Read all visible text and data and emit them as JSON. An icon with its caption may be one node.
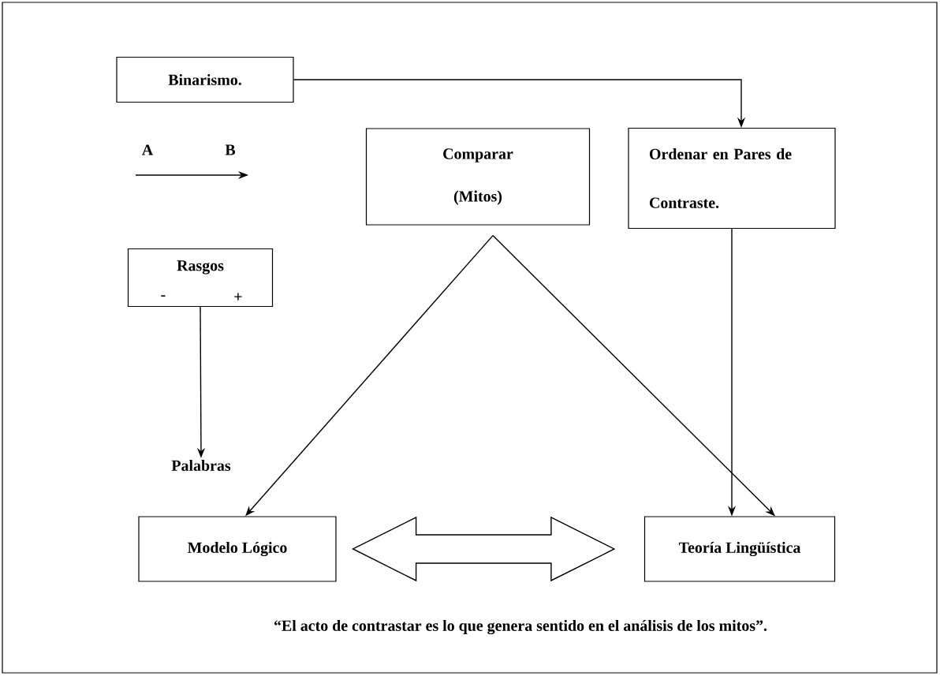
{
  "diagram": {
    "caption": "“El acto de contrastar es lo que genera sentido en el análisis de los mitos”.",
    "nodes": [
      {
        "text": [
          "Binarismo."
        ]
      },
      {
        "text": [
          "Comparar",
          "(Mitos)"
        ]
      },
      {
        "text": [
          "Ordenar en Pares de Contraste."
        ]
      },
      {
        "text": [
          "Rasgos",
          "-",
          "+"
        ]
      },
      {
        "text": [
          "Palabras"
        ]
      },
      {
        "text": [
          "Modelo Lógico"
        ]
      },
      {
        "text": [
          "Teoría Lingüística"
        ]
      }
    ],
    "edges": [
      {
        "from": 0,
        "to": 2,
        "arrow": "to"
      },
      {
        "from": 1,
        "to": 5,
        "arrow": "to"
      },
      {
        "from": 1,
        "to": 6,
        "arrow": "to"
      },
      {
        "from": 2,
        "to": 6,
        "arrow": "to"
      },
      {
        "from": 3,
        "to": 4,
        "arrow": "to"
      },
      {
        "from": 5,
        "to": 6,
        "arrow": "both"
      }
    ],
    "labels": [
      "A",
      "B"
    ]
  }
}
